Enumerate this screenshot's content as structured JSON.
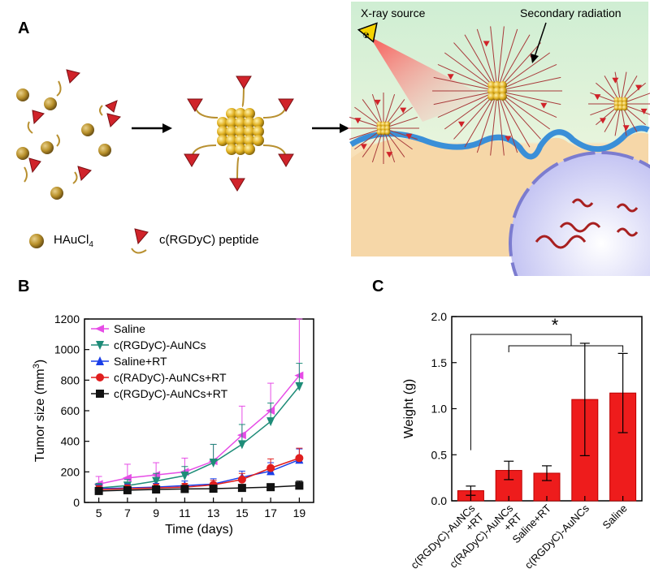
{
  "panels": {
    "a": {
      "label": "A",
      "legend_hau": "HAuCl",
      "legend_hau_sub": "4",
      "legend_peptide": "c(RGDyC) peptide",
      "xray_label": "X-ray source",
      "secondary_label": "Secondary radiation"
    },
    "b": {
      "label": "B"
    },
    "c": {
      "label": "C"
    }
  },
  "colors": {
    "gold": "#d4a017",
    "peptide_red": "#d0232a",
    "membrane_blue": "#3a8fd8",
    "cell_bg_top": "#d8f0d8",
    "cell_bg_bottom": "#f6d9a8",
    "bar_red": "#ee1c1c"
  },
  "chart_data": [
    {
      "type": "line",
      "xlabel": "Time (days)",
      "ylabel": "Tumor size (mm",
      "ylabel_sup": "3",
      "ylabel_end": ")",
      "x": [
        5,
        7,
        9,
        11,
        13,
        15,
        17,
        19
      ],
      "xlim": [
        4,
        20
      ],
      "ylim": [
        0,
        1200
      ],
      "xticks": [
        "5",
        "7",
        "9",
        "11",
        "13",
        "15",
        "17",
        "19"
      ],
      "yticks": [
        "0",
        "200",
        "400",
        "600",
        "800",
        "1000",
        "1200"
      ],
      "legend_position": "top-left",
      "series": [
        {
          "name": "Saline",
          "color": "#e64ce6",
          "marker": "triangle-left",
          "values": [
            120,
            160,
            180,
            200,
            270,
            440,
            600,
            830
          ],
          "errors": [
            50,
            90,
            80,
            90,
            110,
            190,
            180,
            370
          ]
        },
        {
          "name": "c(RGDyC)-AuNCs",
          "color": "#1e8c78",
          "marker": "triangle-down",
          "values": [
            95,
            110,
            140,
            175,
            260,
            380,
            530,
            760
          ],
          "errors": [
            30,
            40,
            50,
            60,
            120,
            130,
            120,
            150
          ]
        },
        {
          "name": "Saline+RT",
          "color": "#1a3ee8",
          "marker": "triangle-up",
          "values": [
            90,
            95,
            100,
            110,
            120,
            165,
            205,
            280
          ],
          "errors": [
            25,
            25,
            25,
            30,
            35,
            40,
            55,
            70
          ]
        },
        {
          "name": "c(RADyC)-AuNCs+RT",
          "color": "#e01e1e",
          "marker": "circle",
          "values": [
            85,
            90,
            95,
            100,
            115,
            150,
            225,
            290
          ],
          "errors": [
            25,
            25,
            25,
            25,
            30,
            40,
            60,
            65
          ]
        },
        {
          "name": "c(RGDyC)-AuNCs+RT",
          "color": "#111111",
          "marker": "square",
          "values": [
            75,
            80,
            85,
            88,
            90,
            95,
            100,
            110
          ],
          "errors": [
            20,
            15,
            15,
            15,
            15,
            20,
            20,
            30
          ]
        }
      ]
    },
    {
      "type": "bar",
      "ylabel": "Weight (g)",
      "ylim": [
        0,
        2.0
      ],
      "yticks": [
        "0.0",
        "0.5",
        "1.0",
        "1.5",
        "2.0"
      ],
      "categories": [
        "c(RGDyC)-AuNCs\n+RT",
        "c(RADyC)-AuNCs\n+RT",
        "Saline+RT",
        "c(RGDyC)-AuNCs",
        "Saline"
      ],
      "values": [
        0.11,
        0.33,
        0.3,
        1.1,
        1.17
      ],
      "errors": [
        0.05,
        0.1,
        0.08,
        0.61,
        0.43
      ],
      "significance": "*"
    }
  ]
}
